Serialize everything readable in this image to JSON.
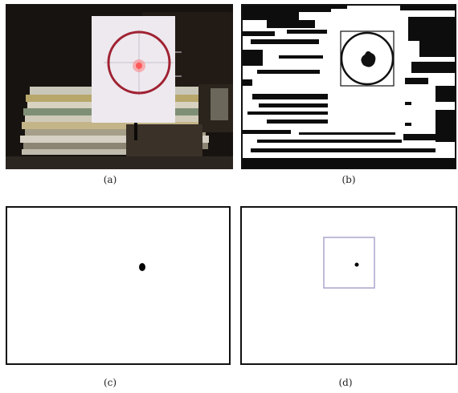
{
  "captions": {
    "a": "(a)",
    "b": "(b)",
    "c": "(c)",
    "d": "(d)"
  },
  "colors": {
    "laser_spot": "#ff5a5a",
    "target_ring": "#a02232",
    "detection_box": "#a8a6cc",
    "background_dark": "#171310"
  }
}
